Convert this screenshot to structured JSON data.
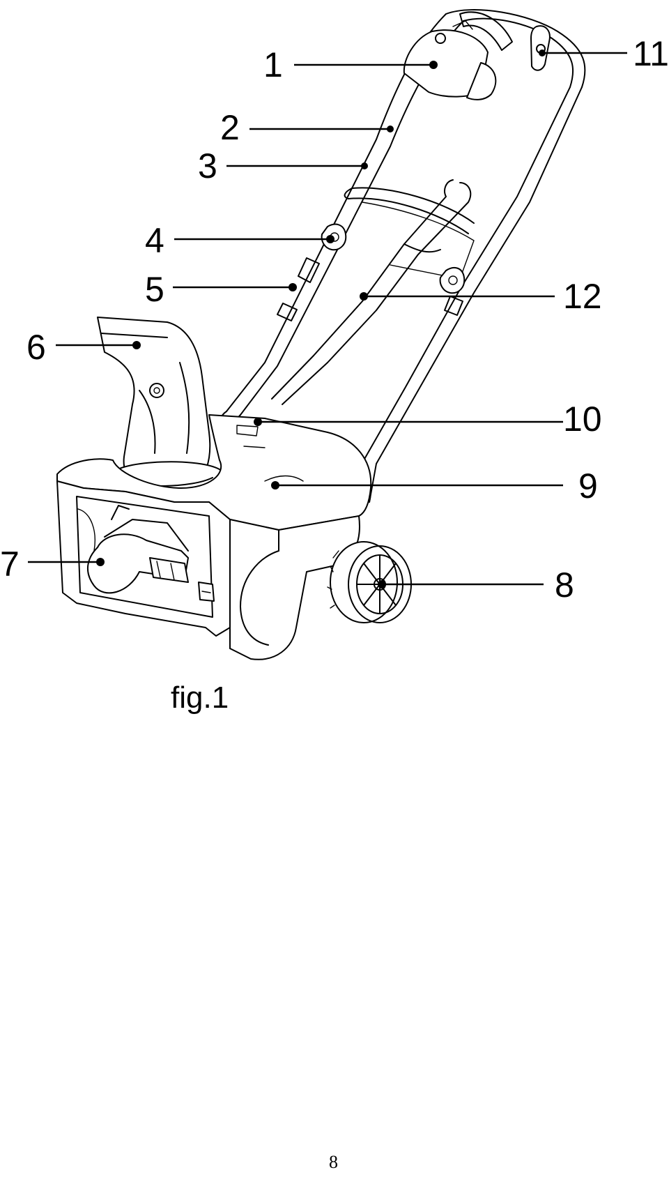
{
  "figure": {
    "caption": "fig.1",
    "callouts": [
      "1",
      "2",
      "3",
      "4",
      "5",
      "6",
      "7",
      "8",
      "9",
      "10",
      "11",
      "12"
    ]
  },
  "page_number": "8"
}
